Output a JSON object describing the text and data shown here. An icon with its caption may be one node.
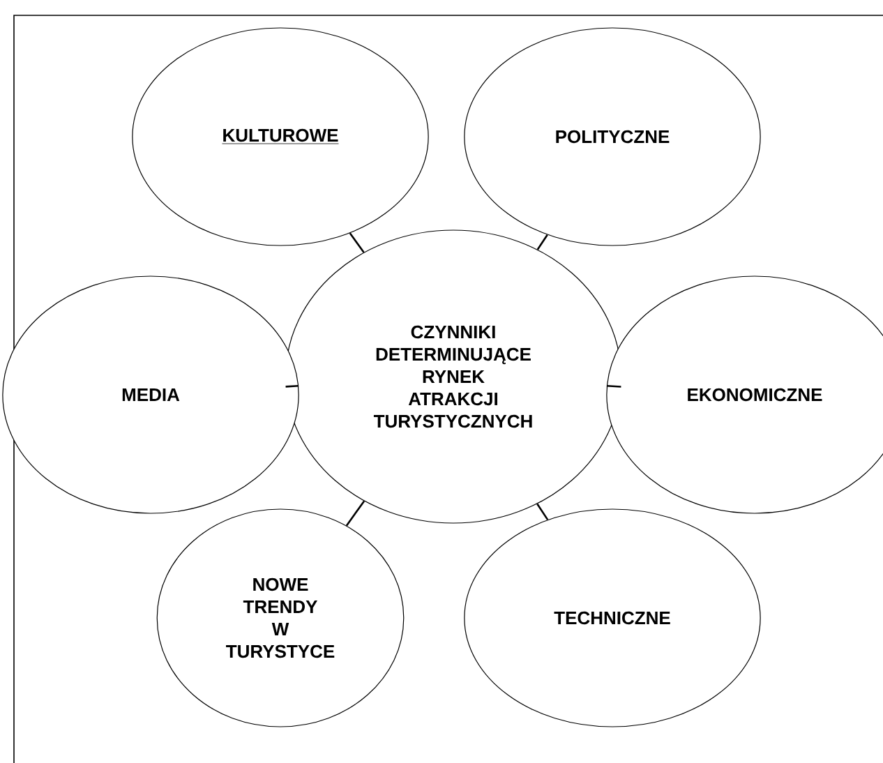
{
  "diagram": {
    "nodes": [
      {
        "text": [
          "CZYNNIKI DETERMINUJĄCE RYNEK ATRAKCJI TURYSTYCZNYCH"
        ]
      },
      {
        "text": [
          "KULTUROWE"
        ]
      },
      {
        "text": [
          "POLITYCZNE"
        ]
      },
      {
        "text": [
          "MEDIA"
        ]
      },
      {
        "text": [
          "EKONOMICZNE"
        ]
      },
      {
        "text": [
          "NOWE TRENDY W TURYSTYCE"
        ]
      },
      {
        "text": [
          "TECHNICZNE"
        ]
      }
    ],
    "edges": [
      {
        "from": 0,
        "to": 1,
        "arrow": "none"
      },
      {
        "from": 0,
        "to": 2,
        "arrow": "none"
      },
      {
        "from": 0,
        "to": 3,
        "arrow": "none"
      },
      {
        "from": 0,
        "to": 4,
        "arrow": "none"
      },
      {
        "from": 0,
        "to": 5,
        "arrow": "none"
      },
      {
        "from": 0,
        "to": 6,
        "arrow": "none"
      }
    ]
  }
}
